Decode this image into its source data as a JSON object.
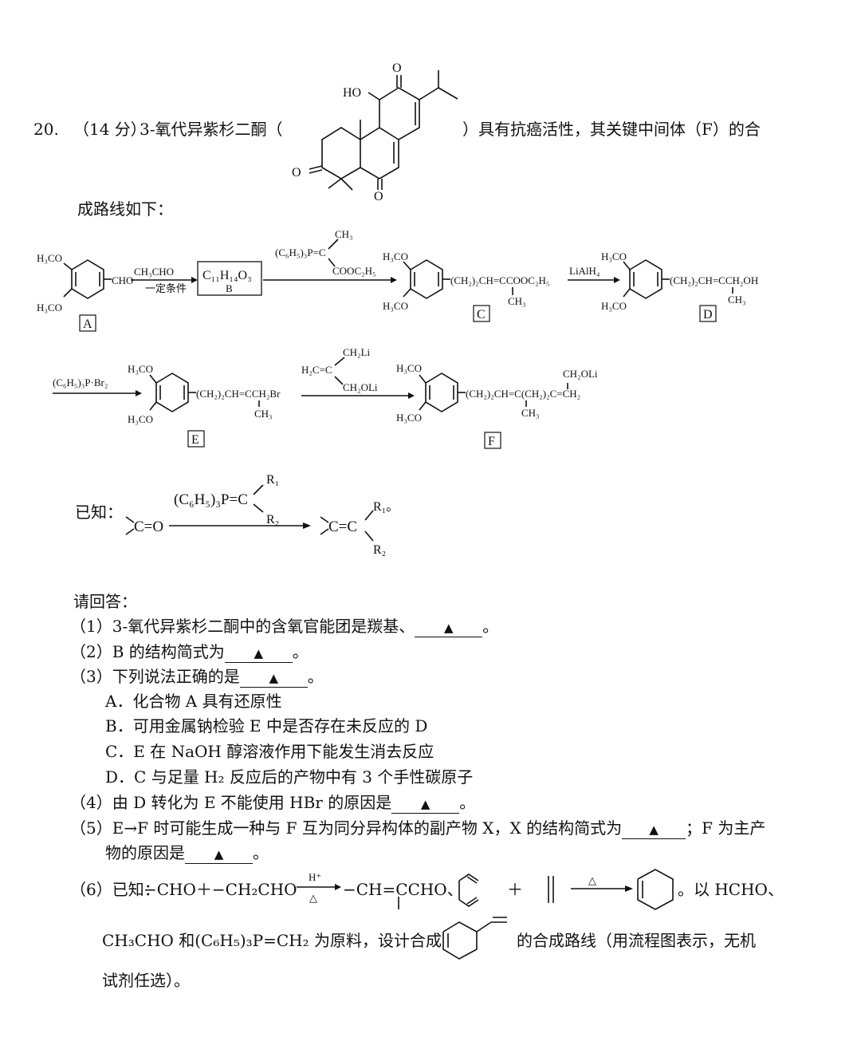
{
  "question": {
    "number": "20.",
    "score": "（14 分）",
    "compound": "3-氧代异紫杉二酮（",
    "intro_tail": "）具有抗癌活性，其关键中间体（F）的合",
    "intro_line2": "成路线如下："
  },
  "structure_labels": {
    "ho": "HO",
    "h3co": "H₃CO",
    "cho": "CHO",
    "ch3cho": "CH₃CHO",
    "condition": "一定条件",
    "b_formula": "C₁₁H₁₄O₃",
    "b": "B",
    "ylide": "(C₆H₅)₃P=C",
    "ch3": "CH₃",
    "cooc2h5": "COOC₂H₅",
    "c_chain": "(CH₂)₂CH=CCOOC₂H₅",
    "lialh4": "LiAlH₄",
    "d_chain": "(CH₂)₂CH=CCH₂OH",
    "pbr": "(C₆H₅)₃P·Br₂",
    "e_chain": "(CH₂)₂CH=CCH₂Br",
    "ch2li": "CH₂Li",
    "h2c": "H₂C=C",
    "ch2oli": "CH₂OLi",
    "f_chain": "(CH₂)₂CH=C(CH₂)₂C=CH₂",
    "A": "A",
    "C": "C",
    "D": "D",
    "E": "E",
    "F": "F",
    "o": "O"
  },
  "known": {
    "label": "已知：",
    "reagent": "(C₆H₅)₃P=C",
    "r1": "R₁",
    "r2": "R₂",
    "r1_end": "R₁。",
    "co": "C=O",
    "cc": "C=C"
  },
  "answers": {
    "prompt": "请回答：",
    "q1_pre": "（1）3-氧代异紫杉二酮中的含氧官能团是羰基、",
    "q1_post": "。",
    "q2_pre": "（2）B 的结构简式为",
    "q2_post": "。",
    "q3_pre": "（3）下列说法正确的是",
    "q3_post": "。",
    "optA": "A．化合物 A 具有还原性",
    "optB": "B．可用金属钠检验 E 中是否存在未反应的 D",
    "optC": "C．E 在 NaOH 醇溶液作用下能发生消去反应",
    "optD": "D．C 与足量 H₂ 反应后的产物中有 3 个手性碳原子",
    "q4_pre": "（4）由 D 转化为 E 不能使用 HBr 的原因是",
    "q4_post": "。",
    "q5_pre": "（5）E→F 时可能生成一种与 F 互为同分异构体的副产物 X，X 的结构简式为",
    "q5_mid": "；F 为主产",
    "q5_l2_pre": "物的原因是",
    "q5_l2_post": "。",
    "blank_mark": "▲"
  },
  "q6": {
    "pre": "（6）已知：",
    "r1": "−CHO＋−CH₂CHO",
    "h_plus": "H⁺",
    "delta": "△",
    "product": "−CH=CCHO、",
    "plus": "＋",
    "double": "‖",
    "tail": "。以 HCHO、",
    "line2_pre": "CH₃CHO 和(C₆H₅)₃P=CH₂ 为原料，设计合成",
    "line2_post": "的合成路线（用流程图表示，无机",
    "line3": "试剂任选）。"
  }
}
